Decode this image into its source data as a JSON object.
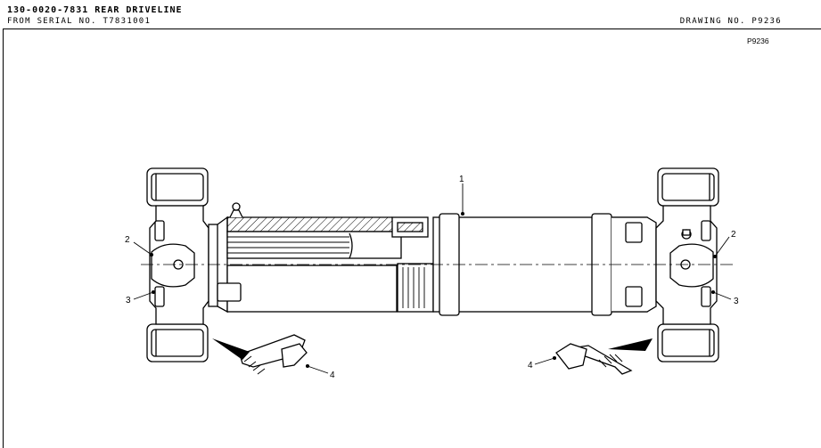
{
  "header": {
    "title": "130-0020-7831 REAR DRIVELINE",
    "serial": "FROM SERIAL NO. T7831001",
    "drawing_no": "DRAWING NO. P9236"
  },
  "figure_id": "P9236",
  "callouts": {
    "shaft": "1",
    "cross_left": "2",
    "cross_right": "2",
    "bearing_left": "3",
    "bearing_right": "3",
    "bolt_left": "4",
    "bolt_right": "4"
  }
}
